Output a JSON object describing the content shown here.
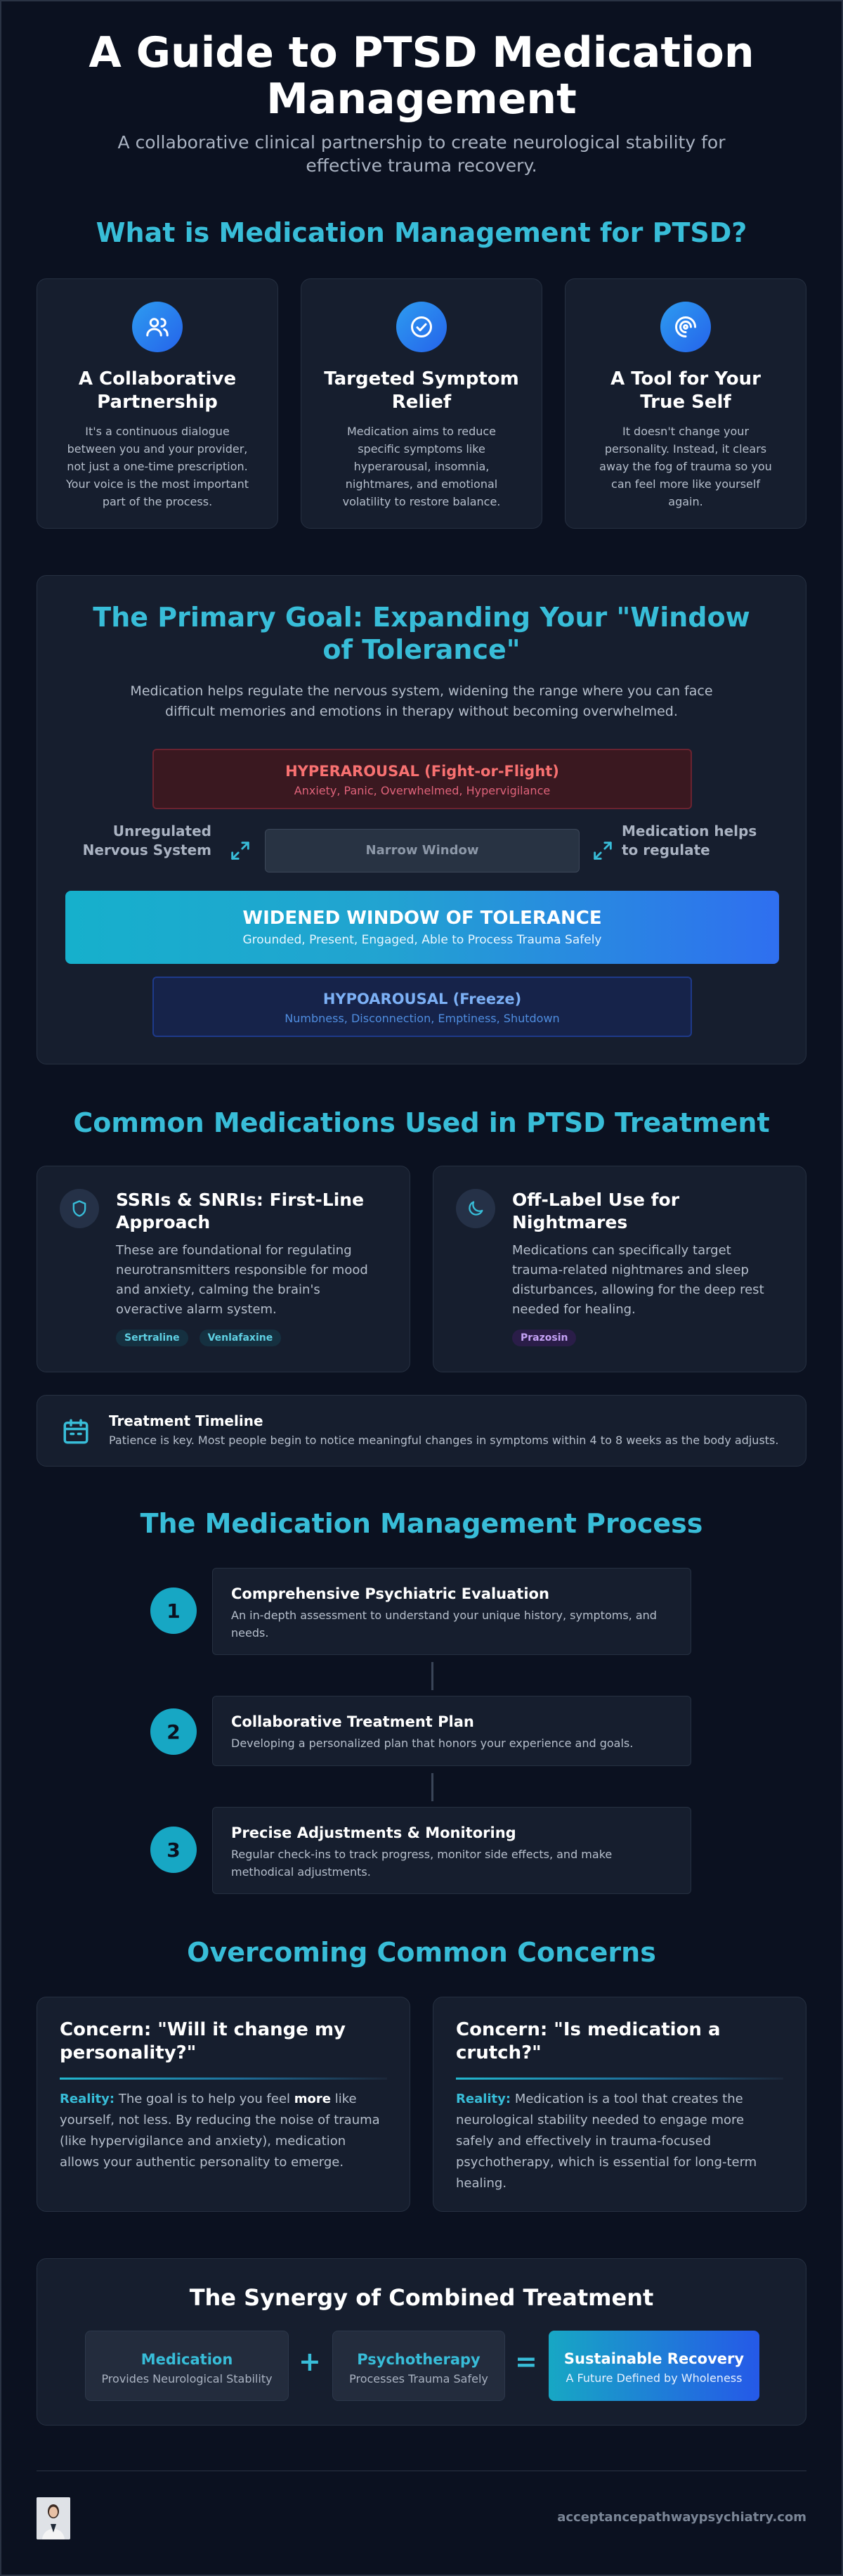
{
  "header": {
    "title": "A Guide to PTSD Medication Management",
    "subtitle": "A collaborative clinical partnership to create neurological stability for effective trauma recovery."
  },
  "what_is": {
    "title": "What is Medication Management for PTSD?",
    "cards": [
      {
        "icon": "users-icon",
        "title": "A Collaborative Partnership",
        "text": "It's a continuous dialogue between you and your provider, not just a one-time prescription. Your voice is the most important part of the process."
      },
      {
        "icon": "check-circle-icon",
        "title": "Targeted Symptom Relief",
        "text": "Medication aims to reduce specific symptoms like hyperarousal, insomnia, nightmares, and emotional volatility to restore balance."
      },
      {
        "icon": "spiral-icon",
        "title": "A Tool for Your True Self",
        "text": "It doesn't change your personality. Instead, it clears away the fog of trauma so you can feel more like yourself again."
      }
    ]
  },
  "window": {
    "title": "The Primary Goal: Expanding Your \"Window of Tolerance\"",
    "description": "Medication helps regulate the nervous system, widening the range where you can face difficult memories and emotions in therapy without becoming overwhelmed.",
    "hyper_title": "HYPERAROUSAL (Fight-or-Flight)",
    "hyper_sub": "Anxiety, Panic, Overwhelmed, Hypervigilance",
    "left_label": "Unregulated Nervous System",
    "narrow_label": "Narrow Window",
    "right_label": "Medication helps to regulate",
    "widened_title": "WIDENED WINDOW OF TOLERANCE",
    "widened_sub": "Grounded, Present, Engaged, Able to Process Trauma Safely",
    "hypo_title": "HYPOAROUSAL (Freeze)",
    "hypo_sub": "Numbness, Disconnection, Emptiness, Shutdown"
  },
  "meds": {
    "title": "Common Medications Used in PTSD Treatment",
    "cards": [
      {
        "icon": "shield-icon",
        "title": "SSRIs & SNRIs: First-Line Approach",
        "text": "These are foundational for regulating neurotransmitters responsible for mood and anxiety, calming the brain's overactive alarm system.",
        "tags": [
          "Sertraline",
          "Venlafaxine"
        ]
      },
      {
        "icon": "moon-icon",
        "title": "Off-Label Use for Nightmares",
        "text": "Medications can specifically target trauma-related nightmares and sleep disturbances, allowing for the deep rest needed for healing.",
        "tags": [
          "Prazosin"
        ]
      }
    ],
    "timeline_title": "Treatment Timeline",
    "timeline_text": "Patience is key. Most people begin to notice meaningful changes in symptoms within 4 to 8 weeks as the body adjusts."
  },
  "process": {
    "title": "The Medication Management Process",
    "steps": [
      {
        "num": "1",
        "title": "Comprehensive Psychiatric Evaluation",
        "text": "An in-depth assessment to understand your unique history, symptoms, and needs."
      },
      {
        "num": "2",
        "title": "Collaborative Treatment Plan",
        "text": "Developing a personalized plan that honors your experience and goals."
      },
      {
        "num": "3",
        "title": "Precise Adjustments & Monitoring",
        "text": "Regular check-ins to track progress, monitor side effects, and make methodical adjustments."
      }
    ]
  },
  "concerns": {
    "title": "Overcoming Common Concerns",
    "cards": [
      {
        "title": "Concern: \"Will it change my personality?\"",
        "reality": "Reality:",
        "text_before": "The goal is to help you feel",
        "emphasis": "more",
        "text_after": "like yourself, not less. By reducing the noise of trauma (like hypervigilance and anxiety), medication allows your authentic personality to emerge."
      },
      {
        "title": "Concern: \"Is medication a crutch?\"",
        "reality": "Reality:",
        "text_before": "Medication is a tool that creates the neurological stability needed to engage more safely and effectively in trauma-focused psychotherapy, which is essential for long-term healing.",
        "emphasis": "",
        "text_after": ""
      }
    ]
  },
  "synergy": {
    "title": "The Synergy of Combined Treatment",
    "medication_title": "Medication",
    "medication_sub": "Provides Neurological Stability",
    "plus": "+",
    "psychotherapy_title": "Psychotherapy",
    "psychotherapy_sub": "Processes Trauma Safely",
    "equals": "=",
    "result_title": "Sustainable Recovery",
    "result_sub": "A Future Defined by Wholeness"
  },
  "footer": {
    "website": "acceptancepathwaypsychiatry.com"
  },
  "colors": {
    "background": "#0b1120",
    "accent": "#38bdd8",
    "card": "#161e2e",
    "hyperarousal": "#f87171",
    "hypoarousal": "#7cb0f5"
  }
}
